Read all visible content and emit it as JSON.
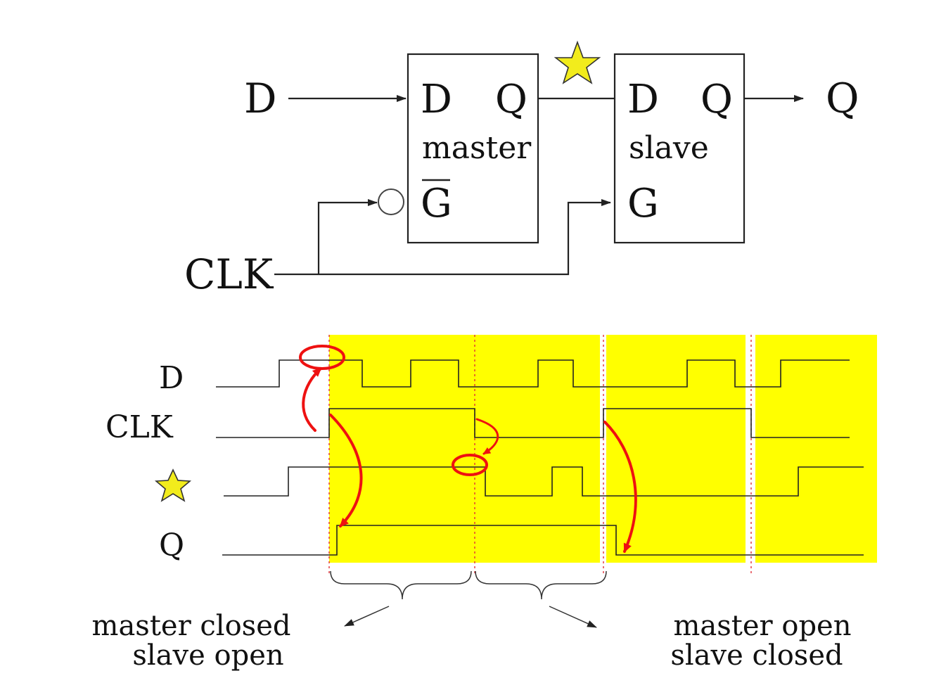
{
  "circuit": {
    "input_d": "D",
    "output_q": "Q",
    "clk": "CLK",
    "master": {
      "d": "D",
      "q": "Q",
      "name": "master",
      "g": "G"
    },
    "slave": {
      "d": "D",
      "q": "Q",
      "name": "slave",
      "g": "G"
    }
  },
  "timing": {
    "labels": {
      "d": "D",
      "clk": "CLK",
      "q": "Q"
    }
  },
  "annotations": {
    "left_line1": "master closed",
    "left_line2": "slave open",
    "right_line1": "master open",
    "right_line2": "slave closed"
  },
  "colors": {
    "highlight": "#ffff00",
    "annotation": "#ee1111",
    "star": "#f2ec1c"
  }
}
